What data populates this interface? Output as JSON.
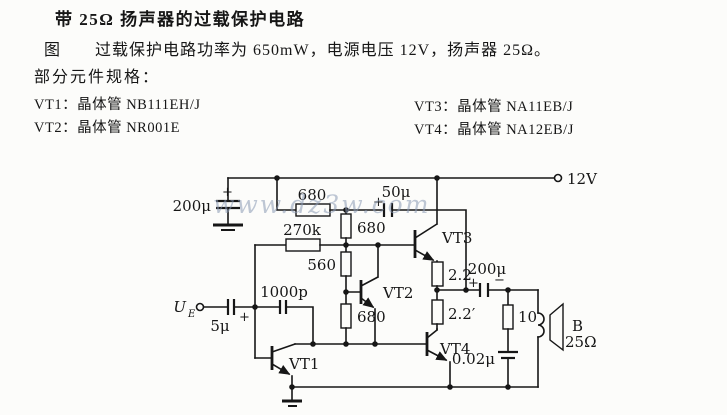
{
  "doc": {
    "title": "带 25Ω 扬声器的过载保护电路",
    "figure_label": "图",
    "description": "过载保护电路功率为 650mW，电源电压 12V，扬声器 25Ω。",
    "spec_heading": "部分元件规格：",
    "specs": {
      "vt1": "VT1：晶体管 NB111EH/J",
      "vt2": "VT2：晶体管 NR001E",
      "vt3": "VT3：晶体管 NA11EB/J",
      "vt4": "VT4：晶体管 NA12EB/J"
    }
  },
  "watermark": "www.dz3w.com",
  "colors": {
    "ink": "#161616",
    "paper": "#fcfcfa",
    "watermark": "#8b9ab5"
  },
  "circuit": {
    "supply_label": "12V",
    "input_label_main": "U",
    "input_label_sub": "E",
    "labels": {
      "cap_rail": "200μ",
      "r_top": "680",
      "cap_bootstrap": "50μ",
      "r_mid": "680",
      "r_bias": "270k",
      "r_560": "560",
      "r_low": "680",
      "cap_1000p": "1000p",
      "cap_5u": "5μ",
      "vt1": "VT1",
      "vt2": "VT2",
      "vt3": "VT3",
      "vt4": "VT4",
      "r_22": "2.2",
      "r_22b": "2.2′",
      "cap_out": "200μ",
      "r_10": "10",
      "cap_002": "0.02μ",
      "speaker_name": "B",
      "speaker_ohm": "25Ω",
      "plus": "+",
      "minus": "−"
    }
  }
}
